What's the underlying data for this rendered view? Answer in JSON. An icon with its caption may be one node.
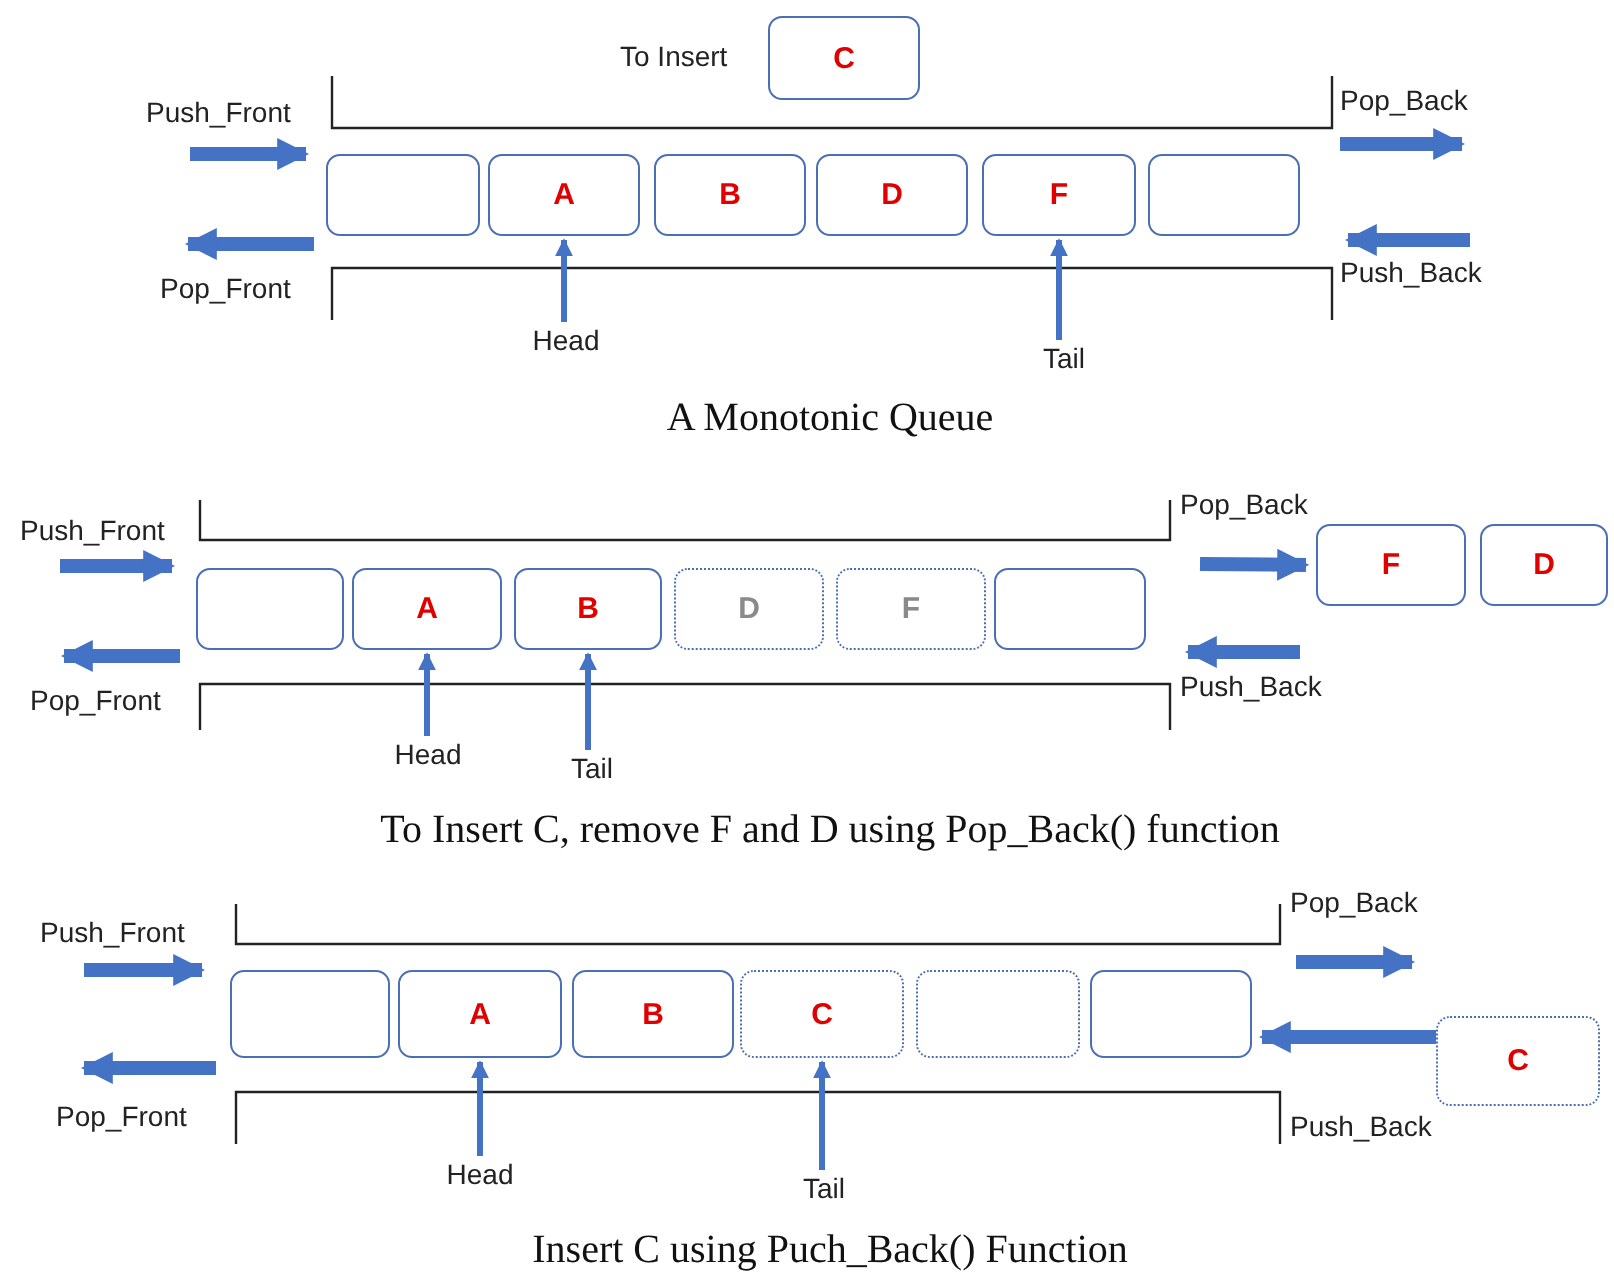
{
  "diagram": {
    "nodes": [
      {
        "text": [
          "C"
        ]
      },
      {
        "text": [],
        "shape": "box"
      },
      {
        "text": [
          "A"
        ]
      },
      {
        "text": [
          "B"
        ]
      },
      {
        "text": [
          "D"
        ]
      },
      {
        "text": [
          "F"
        ]
      },
      {
        "text": [],
        "shape": "box"
      },
      {
        "text": [
          "Head"
        ]
      },
      {
        "text": [
          "Tail"
        ]
      },
      {
        "text": [],
        "shape": "box"
      },
      {
        "text": [
          "A"
        ]
      },
      {
        "text": [
          "B"
        ]
      },
      {
        "text": [
          "D"
        ]
      },
      {
        "text": [
          "F"
        ]
      },
      {
        "text": [],
        "shape": "box"
      },
      {
        "text": [
          "F"
        ]
      },
      {
        "text": [
          "D"
        ]
      },
      {
        "text": [
          "Head"
        ]
      },
      {
        "text": [
          "Tail"
        ]
      },
      {
        "text": [],
        "shape": "box"
      },
      {
        "text": [
          "A"
        ]
      },
      {
        "text": [
          "B"
        ]
      },
      {
        "text": [
          "C"
        ]
      },
      {
        "text": [],
        "shape": "box"
      },
      {
        "text": [],
        "shape": "box"
      },
      {
        "text": [
          "C"
        ]
      },
      {
        "text": [
          "Head"
        ]
      },
      {
        "text": [
          "Tail"
        ]
      }
    ],
    "edges": [
      {
        "from": 7,
        "to": 2,
        "arrow": "to"
      },
      {
        "from": 8,
        "to": 5,
        "arrow": "to"
      },
      {
        "from": 17,
        "to": 10,
        "arrow": "to"
      },
      {
        "from": 18,
        "to": 11,
        "arrow": "to"
      },
      {
        "from": null,
        "to": 15,
        "arrow": "to",
        "style": "thick"
      },
      {
        "from": 26,
        "to": 20,
        "arrow": "to"
      },
      {
        "from": 27,
        "to": 22,
        "arrow": "to"
      },
      {
        "from": 25,
        "to": 24,
        "arrow": "to",
        "style": "thick"
      }
    ],
    "labels": [
      "To Insert",
      "Push_Front",
      "Pop_Back",
      "Pop_Front",
      "Push_Back",
      "A Monotonic Queue",
      "Push_Front",
      "Pop_Back",
      "Pop_Front",
      "Push_Back",
      "To Insert C, remove F and D using Pop_Back() function",
      "Push_Front",
      "Pop_Back",
      "Pop_Front",
      "Push_Back",
      "Insert C using Puch_Back() Function"
    ]
  }
}
